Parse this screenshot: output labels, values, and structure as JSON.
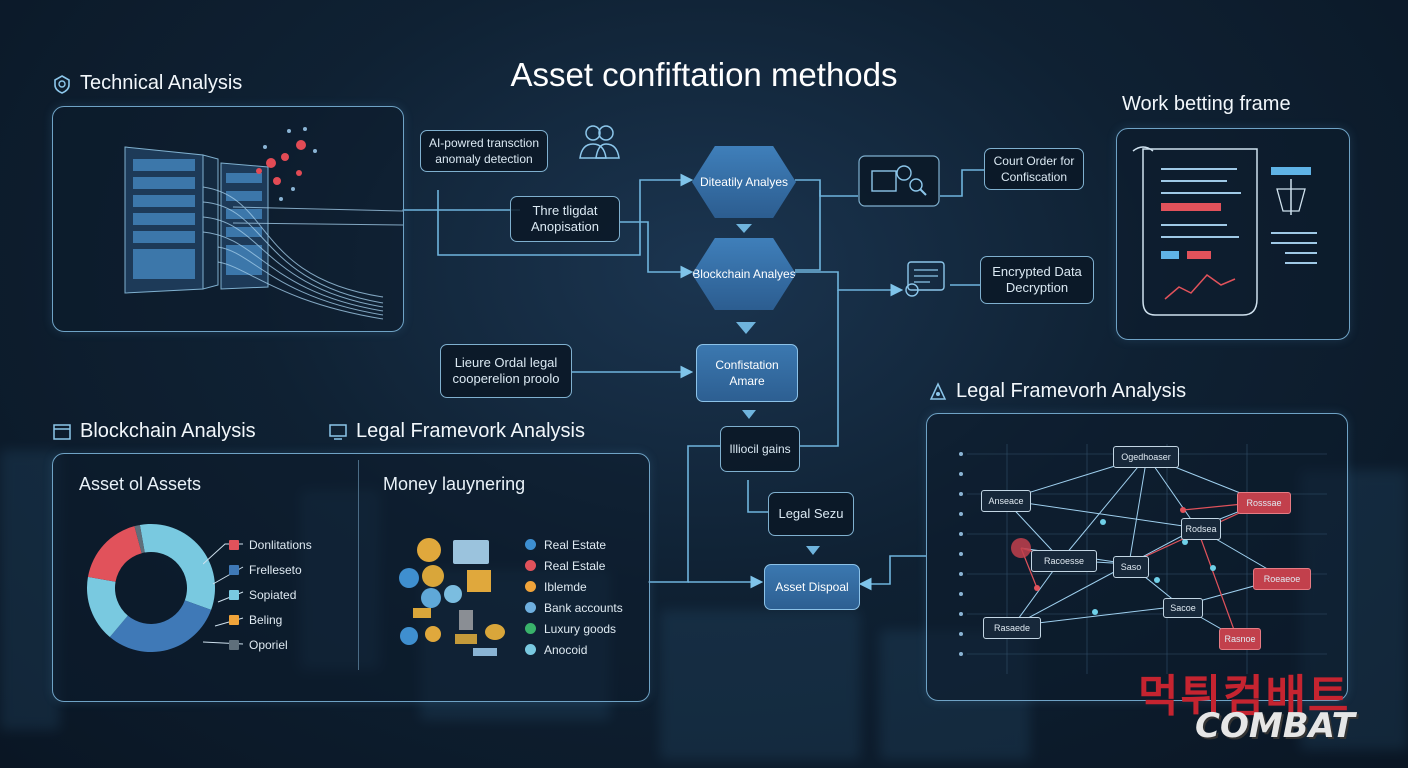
{
  "title": "Asset confiftation methods",
  "sections": {
    "technical_analysis": "Technical Analysis",
    "work_betting_frame": "Work betting frame",
    "blockchain_analysis": "Blockchain Analysis",
    "legal_framework_left": "Legal Framevork Analysis",
    "legal_framework_right": "Legal Framevorh Analysis"
  },
  "flow": {
    "ai_detection": "AI-powred transction anomaly detection",
    "digital_anon": "Thre tligdat Anopisation",
    "directly_analyses": "Diteatily Analyes",
    "blockchain_analyes": "Blockchain Analyes",
    "court_order": "Court Order for Confiscation",
    "encrypted_data": "Encrypted Data Decryption",
    "cooperation": "Lieure Ordal legal cooperelion proolo",
    "confiscation": "Confistation Amare",
    "illicit_gains": "Illiocil gains",
    "legal_seizure": "Legal Sezu",
    "asset_disposal": "Asset Dispoal"
  },
  "left_panel": {
    "donut_title": "Asset ol Assets",
    "donut_legend": [
      {
        "label": "Donlitations",
        "color": "#e1525b"
      },
      {
        "label": "Frelleseto",
        "color": "#3f79b7"
      },
      {
        "label": "Sopiated",
        "color": "#79c9e0"
      },
      {
        "label": "Beling",
        "color": "#f0a43a"
      },
      {
        "label": "Oporiel",
        "color": "#5f6f7b"
      }
    ],
    "laundering_title": "Money lauynering",
    "laundering_legend": [
      {
        "label": "Real Estate",
        "color": "#3d8fd1"
      },
      {
        "label": "Real Estale",
        "color": "#e1525b"
      },
      {
        "label": "Iblemde",
        "color": "#f0a43a"
      },
      {
        "label": "Bank accounts",
        "color": "#6fb0e0"
      },
      {
        "label": "Luxury goods",
        "color": "#39b36b"
      },
      {
        "label": "Anocoid",
        "color": "#79c9e0"
      }
    ]
  },
  "network": {
    "nodes": [
      "Ogedhoaser",
      "Anseace",
      "Racoesse",
      "Rodsea",
      "Rosssae",
      "Saso",
      "Sacoe",
      "Roeaeoe",
      "Rasaede",
      "Rasnoe"
    ]
  },
  "watermark": {
    "korean": "먹튀컴배트",
    "latin": "COMBAT"
  }
}
